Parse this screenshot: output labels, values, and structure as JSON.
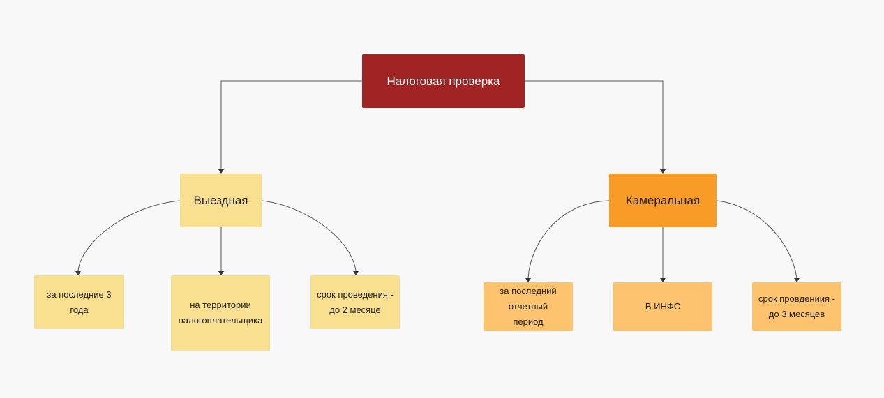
{
  "root": {
    "label": "Налоговая проверка",
    "color": "#a12424"
  },
  "branches": [
    {
      "label": "Выездная",
      "color": "#f9df90",
      "children": [
        {
          "label": "за последние 3 года"
        },
        {
          "label": "на территории налогоплательщика"
        },
        {
          "label": "срок проведения - до 2 месяце"
        }
      ]
    },
    {
      "label": "Камеральная",
      "color": "#f99b27",
      "child_color": "#fdc36e",
      "children": [
        {
          "label": "за последний отчетный период"
        },
        {
          "label": "В ИНФС"
        },
        {
          "label": "срок провдениия - до 3 месяцев"
        }
      ]
    }
  ]
}
